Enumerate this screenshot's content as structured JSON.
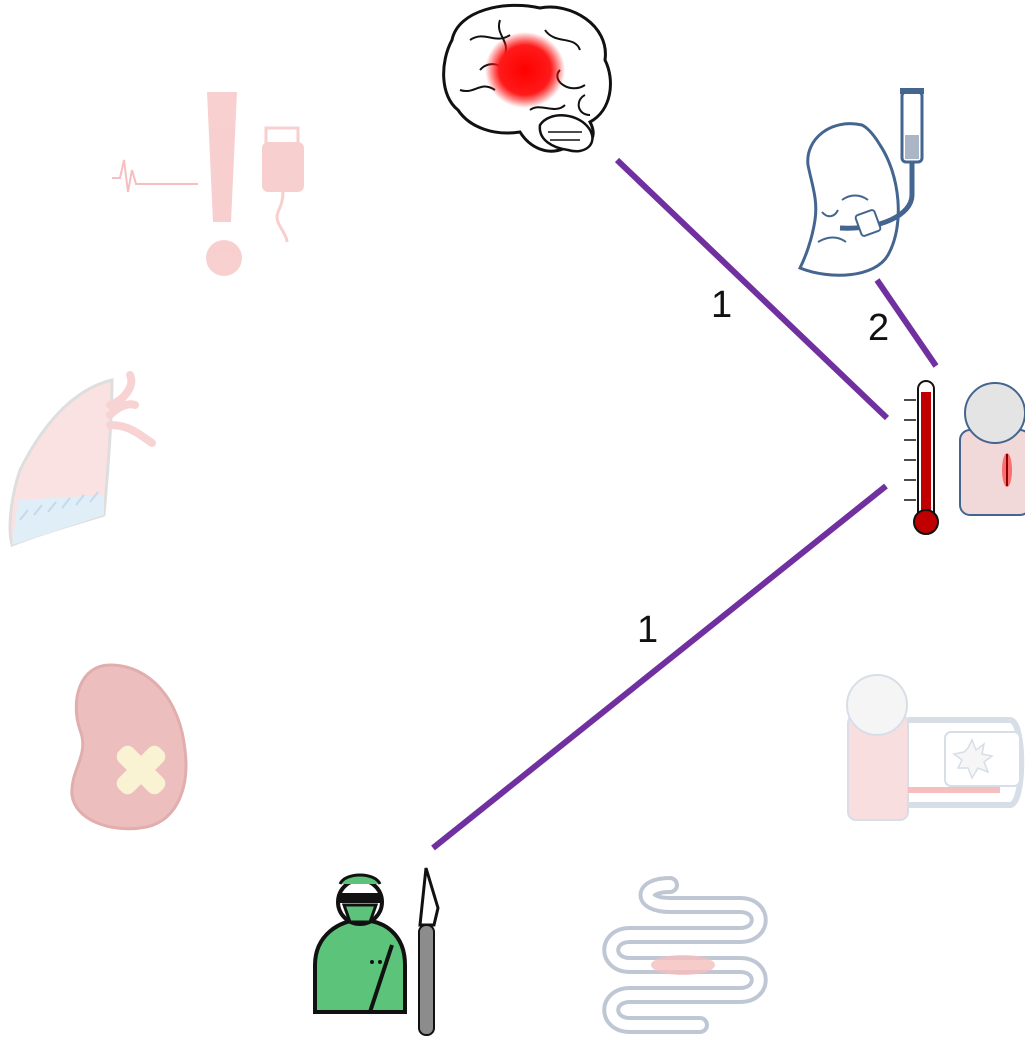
{
  "diagram": {
    "icons": [
      {
        "name": "alarm-iv-icon",
        "faded": true
      },
      {
        "name": "brain-icon",
        "faded": false
      },
      {
        "name": "intubated-face-icon",
        "faded": false
      },
      {
        "name": "thermometer-icon",
        "faded": false
      },
      {
        "name": "wound-patient-icon",
        "faded": false
      },
      {
        "name": "lung-effusion-icon",
        "faded": true
      },
      {
        "name": "kidney-injury-icon",
        "faded": true
      },
      {
        "name": "cardiac-patient-icon",
        "faded": true
      },
      {
        "name": "intestine-icon",
        "faded": true
      },
      {
        "name": "surgeon-scalpel-icon",
        "faded": false
      }
    ],
    "edges": [
      {
        "from": "brain-icon",
        "to": "thermometer-icon",
        "label": "1"
      },
      {
        "from": "intubated-face-icon",
        "to": "thermometer-icon",
        "label": "2"
      },
      {
        "from": "surgeon-scalpel-icon",
        "to": "thermometer-icon",
        "label": "1"
      }
    ],
    "colors": {
      "edge": "#7030a0",
      "thermometer": "#c00000",
      "surgeon": "#5cc47a",
      "faded_red": "#f4b6b6",
      "faded_blue": "#b8c4d6"
    }
  }
}
